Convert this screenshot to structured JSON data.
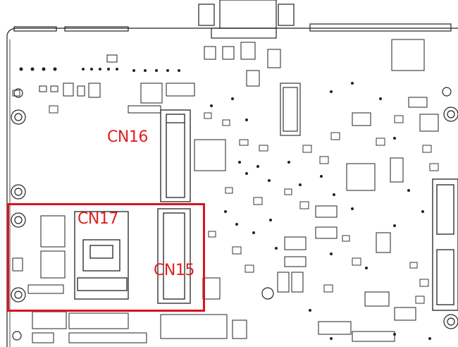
{
  "diagram": {
    "connector_labels": [
      {
        "id": "cn16",
        "text": "CN16"
      },
      {
        "id": "cn17",
        "text": "CN17"
      },
      {
        "id": "cn15",
        "text": "CN15"
      }
    ],
    "highlight": {
      "color": "#d8141c",
      "label_color": "#e02020"
    },
    "colors": {
      "outline": "#222222",
      "background": "#ffffff"
    }
  }
}
